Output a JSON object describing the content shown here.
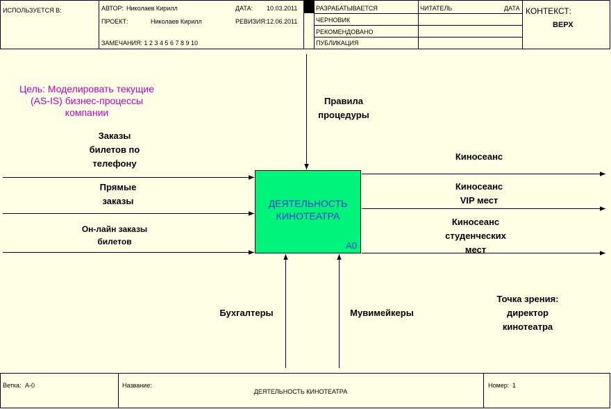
{
  "header": {
    "used_in": "ИСПОЛЬЗУЕТСЯ В:",
    "author_label": "АВТОР:",
    "author": "Николаев Кирилл",
    "project_label": "ПРОЕКТ:",
    "project": "Николаев Кирилл",
    "date_label": "ДАТА:",
    "date": "10.03.2011",
    "revision_label": "РЕВИЗИЯ:",
    "revision": "12.06.2011",
    "notes": "ЗАМЕЧАНИЯ:  1  2  3  4  5  6  7  8  9  10",
    "status": [
      "РАЗРАБАТЫВАЕТСЯ",
      "ЧЕРНОВИК",
      "РЕКОМЕНДОВАНО",
      "ПУБЛИКАЦИЯ"
    ],
    "reader": "ЧИТАТЕЛЬ",
    "reader_date": "ДАТА",
    "context_label": "КОНТЕКСТ:",
    "context": "ВЕРХ"
  },
  "goal": "Цель: Моделировать текущие\n(AS-IS) бизнес-процессы\nкомпании",
  "activity": {
    "name": "ДЕЯТЕЛЬНОСТЬ\nКИНОТЕАТРА",
    "number": "A0"
  },
  "arrows": {
    "inputs": [
      "Заказы\nбилетов по\nтелефону",
      "Прямые\nзаказы",
      "Он-лайн заказы\nбилетов"
    ],
    "control": "Правила\nпроцедуры",
    "outputs": [
      "Киносеанс",
      "Киносеанс\nVIP мест",
      "Киносеанс\nстуденческих\nмест"
    ],
    "mechanisms": [
      "Бухгалтеры",
      "Мувимейкеры"
    ]
  },
  "viewpoint": "Точка зрения:\nдиректор\nкинотеатра",
  "footer": {
    "node_label": "Ветка:",
    "node": "A-0",
    "title_label": "Название:",
    "title": "ДЕЯТЕЛЬНОСТЬ КИНОТЕАТРА",
    "number_label": "Номер:",
    "number": "1"
  }
}
